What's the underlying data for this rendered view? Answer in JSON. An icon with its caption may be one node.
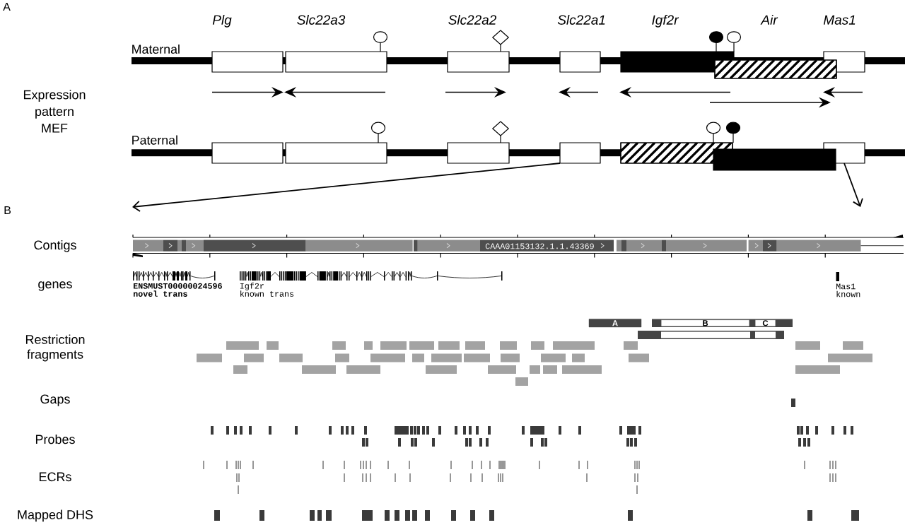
{
  "diagram": {
    "nodes": [
      {
        "text": [],
        "shape": "box"
      },
      {
        "text": [],
        "shape": "box"
      },
      {
        "text": [],
        "shape": "box"
      },
      {
        "text": [],
        "shape": "box"
      },
      {
        "text": [],
        "shape": "box"
      },
      {
        "text": [],
        "shape": "box"
      },
      {
        "text": [],
        "shape": "box"
      },
      {
        "text": [],
        "shape": "box"
      },
      {
        "text": [],
        "shape": "box"
      },
      {
        "text": [],
        "shape": "box"
      },
      {
        "text": [],
        "shape": "box"
      },
      {
        "text": [],
        "shape": "box"
      },
      {
        "text": [],
        "shape": "box"
      },
      {
        "text": [],
        "shape": "box"
      },
      {
        "text": [
          "A"
        ]
      },
      {
        "text": [
          "B"
        ]
      },
      {
        "text": [
          "C"
        ]
      }
    ],
    "edges": [
      {
        "from": 10,
        "to": null,
        "arrow": "to"
      },
      {
        "from": 13,
        "to": null,
        "arrow": "to"
      }
    ],
    "labels": [
      "A",
      "Plg",
      "Slc22a3",
      "Slc22a2",
      "Slc22a1",
      "Igf2r",
      "Air",
      "Mas1",
      "Maternal",
      "Expression pattern MEF",
      "Paternal",
      "B",
      "Contigs",
      "CAAA01153132.1.1.43369",
      "genes",
      "ENSMUST00000024596",
      "novel trans",
      "Igf2r",
      "known trans",
      "Mas1",
      "known",
      "Restriction fragments",
      "Gaps",
      "Probes",
      "ECRs",
      "Mapped DHS"
    ]
  }
}
